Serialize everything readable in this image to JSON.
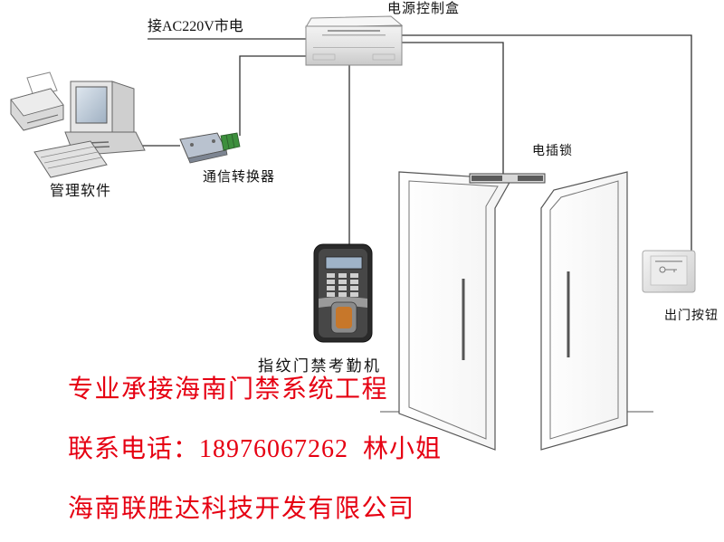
{
  "labels": {
    "ac_power": "接AC220V市电",
    "power_box": "电源控制盒",
    "software": "管理软件",
    "converter": "通信转换器",
    "lock": "电插锁",
    "fingerprint": "指纹门禁考勤机",
    "exit_button": "出门按钮"
  },
  "promo": {
    "line1": "专业承接海南门禁系统工程",
    "line2": "联系电话：18976067262  林小姐",
    "line3": "海南联胜达科技开发有限公司"
  },
  "colors": {
    "promo_text": "#e60012",
    "wire": "#333333"
  }
}
